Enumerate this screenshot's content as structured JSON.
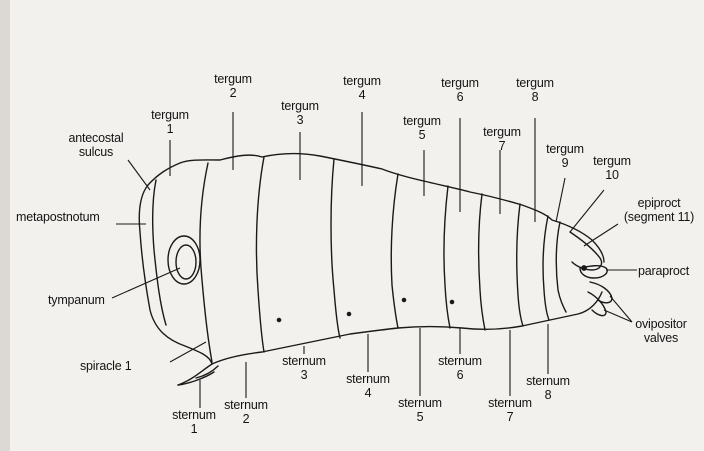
{
  "labels": {
    "tergum_1": {
      "l1": "tergum",
      "l2": "1"
    },
    "tergum_2": {
      "l1": "tergum",
      "l2": "2"
    },
    "tergum_3": {
      "l1": "tergum",
      "l2": "3"
    },
    "tergum_4": {
      "l1": "tergum",
      "l2": "4"
    },
    "tergum_5": {
      "l1": "tergum",
      "l2": "5"
    },
    "tergum_6": {
      "l1": "tergum",
      "l2": "6"
    },
    "tergum_7": {
      "l1": "tergum",
      "l2": "7"
    },
    "tergum_8": {
      "l1": "tergum",
      "l2": "8"
    },
    "tergum_9": {
      "l1": "tergum",
      "l2": "9"
    },
    "tergum_10": {
      "l1": "tergum",
      "l2": "10"
    },
    "antecostal": {
      "l1": "antecostal",
      "l2": "sulcus"
    },
    "metapostnotum": {
      "l1": "metapostnotum"
    },
    "tympanum": {
      "l1": "tympanum"
    },
    "spiracle": {
      "l1": "spiracle 1"
    },
    "epiproct": {
      "l1": "epiproct",
      "l2": "(segment 11)"
    },
    "paraproct": {
      "l1": "paraproct"
    },
    "ovipositor": {
      "l1": "ovipositor",
      "l2": "valves"
    },
    "sternum_1": {
      "l1": "sternum",
      "l2": "1"
    },
    "sternum_2": {
      "l1": "sternum",
      "l2": "2"
    },
    "sternum_3": {
      "l1": "sternum",
      "l2": "3"
    },
    "sternum_4": {
      "l1": "sternum",
      "l2": "4"
    },
    "sternum_5": {
      "l1": "sternum",
      "l2": "5"
    },
    "sternum_6": {
      "l1": "sternum",
      "l2": "6"
    },
    "sternum_7": {
      "l1": "sternum",
      "l2": "7"
    },
    "sternum_8": {
      "l1": "sternum",
      "l2": "8"
    }
  }
}
